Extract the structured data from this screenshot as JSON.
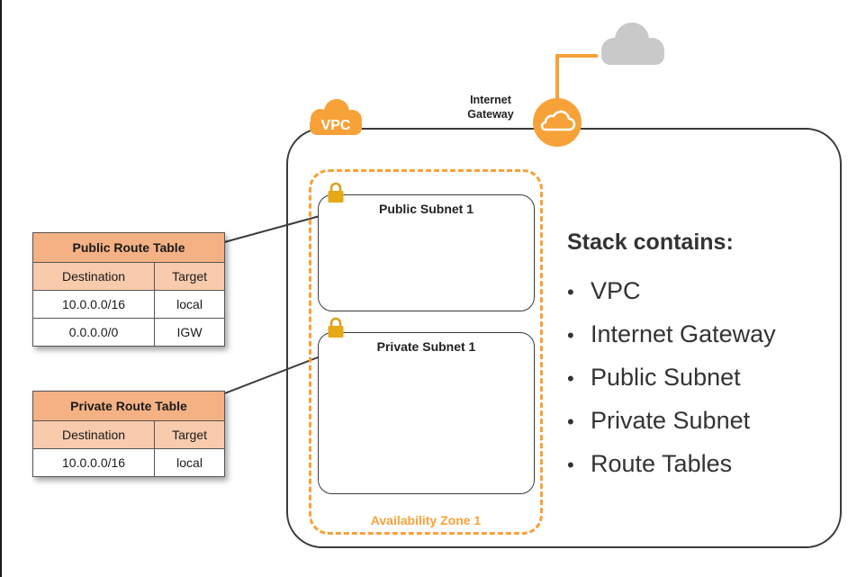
{
  "diagram": {
    "vpc_label": "VPC",
    "internet_gateway_label": [
      "Internet",
      "Gateway"
    ],
    "availability_zone_label": "Availability Zone 1",
    "public_subnet_label": "Public Subnet 1",
    "private_subnet_label": "Private Subnet 1",
    "icons": {
      "vpc": "vpc-cloud-badge-icon",
      "gateway": "internet-gateway-icon",
      "internet": "internet-cloud-icon",
      "subnet_lock": "lock-icon"
    },
    "colors": {
      "accent_orange": "#f7a239",
      "table_title": "#f4b183",
      "table_header": "#f8cbad",
      "cloud_gray": "#c9c9c9"
    }
  },
  "public_route_table": {
    "title": "Public Route Table",
    "headers": [
      "Destination",
      "Target"
    ],
    "rows": [
      [
        "10.0.0.0/16",
        "local"
      ],
      [
        "0.0.0.0/0",
        "IGW"
      ]
    ]
  },
  "private_route_table": {
    "title": "Private Route Table",
    "headers": [
      "Destination",
      "Target"
    ],
    "rows": [
      [
        "10.0.0.0/16",
        "local"
      ]
    ]
  },
  "stack": {
    "title": "Stack contains:",
    "items": [
      "VPC",
      "Internet Gateway",
      "Public Subnet",
      "Private Subnet",
      "Route Tables"
    ]
  }
}
